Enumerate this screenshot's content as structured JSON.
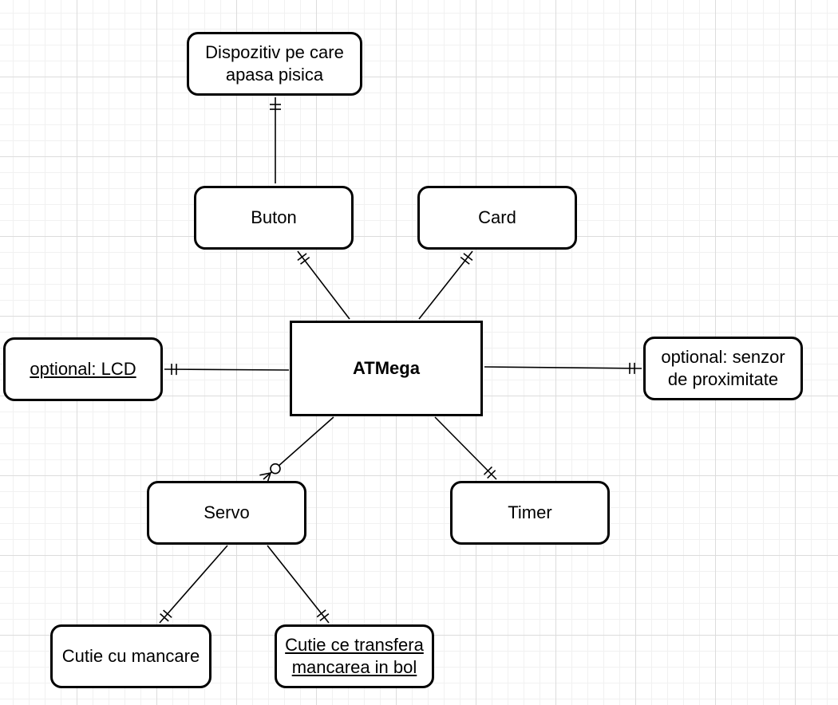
{
  "diagram": {
    "nodes": {
      "dispozitiv": {
        "lines": [
          "Dispozitiv pe care",
          "apasa pisica"
        ]
      },
      "buton": {
        "label": "Buton"
      },
      "card": {
        "label": "Card"
      },
      "atmega": {
        "label": "ATMega"
      },
      "lcd": {
        "label": "optional: LCD"
      },
      "senzor": {
        "lines": [
          "optional: senzor",
          "de proximitate"
        ]
      },
      "servo": {
        "label": "Servo"
      },
      "timer": {
        "label": "Timer"
      },
      "cutie_mancare": {
        "label": "Cutie cu mancare"
      },
      "cutie_transfer": {
        "lines": [
          "Cutie ce transfera",
          "mancarea in bol"
        ]
      }
    },
    "edges": [
      {
        "from": "buton",
        "to": "dispozitiv",
        "end": "one-and-only-one"
      },
      {
        "from": "atmega",
        "to": "buton",
        "end": "one-and-only-one"
      },
      {
        "from": "atmega",
        "to": "card",
        "end": "one-and-only-one"
      },
      {
        "from": "atmega",
        "to": "lcd",
        "end": "one-and-only-one"
      },
      {
        "from": "atmega",
        "to": "senzor",
        "end": "one-and-only-one"
      },
      {
        "from": "atmega",
        "to": "servo",
        "end": "zero-or-many"
      },
      {
        "from": "atmega",
        "to": "timer",
        "end": "one-and-only-one"
      },
      {
        "from": "servo",
        "to": "cutie_mancare",
        "end": "one-and-only-one"
      },
      {
        "from": "servo",
        "to": "cutie_transfer",
        "end": "one-and-only-one"
      }
    ]
  }
}
